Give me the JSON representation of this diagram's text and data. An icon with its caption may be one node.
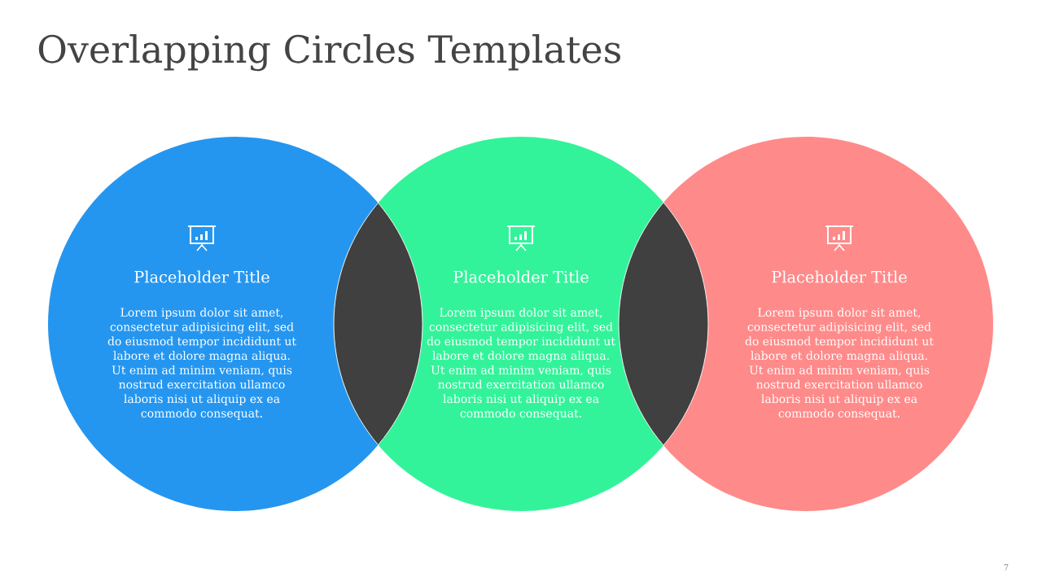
{
  "diagram": {
    "title": "Overlapping Circles Templates",
    "nodes": [
      {
        "text": [
          "Placeholder Title",
          "Lorem ipsum dolor sit amet, consectetur adipisicing elit, sed do eiusmod tempor incididunt ut labore et dolore magna aliqua. Ut enim ad minim veniam, quis nostrud exercitation ullamco laboris nisi ut aliquip ex ea commodo consequat."
        ]
      },
      {
        "text": [],
        "shape": "lens"
      },
      {
        "text": [
          "Placeholder Title",
          "Lorem ipsum dolor sit amet, consectetur adipisicing elit, sed do eiusmod tempor incididunt ut labore et dolore magna aliqua. Ut enim ad minim veniam, quis nostrud exercitation ullamco laboris nisi ut aliquip ex ea commodo consequat."
        ]
      },
      {
        "text": [],
        "shape": "lens"
      },
      {
        "text": [
          "Placeholder Title",
          "Lorem ipsum dolor sit amet, consectetur adipisicing elit, sed do eiusmod tempor incididunt ut labore et dolore magna aliqua. Ut enim ad minim veniam, quis nostrud exercitation ullamco laboris nisi ut aliquip ex ea commodo consequat."
        ]
      }
    ],
    "labels": [
      "7"
    ]
  }
}
